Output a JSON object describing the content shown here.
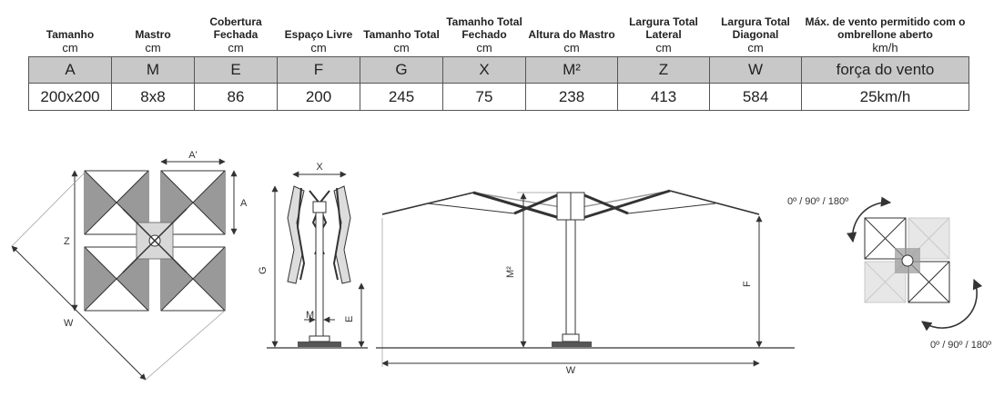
{
  "table": {
    "columns": [
      {
        "header": "Tamanho",
        "unit": "cm",
        "code": "A",
        "value": "200x200"
      },
      {
        "header": "Mastro",
        "unit": "cm",
        "code": "M",
        "value": "8x8"
      },
      {
        "header": "Cobertura Fechada",
        "unit": "cm",
        "code": "E",
        "value": "86"
      },
      {
        "header": "Espaço Livre",
        "unit": "cm",
        "code": "F",
        "value": "200"
      },
      {
        "header": "Tamanho Total",
        "unit": "cm",
        "code": "G",
        "value": "245"
      },
      {
        "header": "Tamanho Total Fechado",
        "unit": "cm",
        "code": "X",
        "value": "75"
      },
      {
        "header": "Altura do Mastro",
        "unit": "cm",
        "code": "M²",
        "value": "238"
      },
      {
        "header": "Largura Total Lateral",
        "unit": "cm",
        "code": "Z",
        "value": "413"
      },
      {
        "header": "Largura Total Diagonal",
        "unit": "cm",
        "code": "W",
        "value": "584"
      },
      {
        "header": "Máx. de vento permitido com o ombrellone aberto",
        "unit": "km/h",
        "code": "força do vento",
        "value": "25km/h"
      }
    ]
  },
  "diagram": {
    "top_view": {
      "label_a_prime": "A'",
      "label_a": "A",
      "label_z": "Z",
      "label_w": "W"
    },
    "closed_view": {
      "label_x": "X",
      "label_g": "G",
      "label_m": "M",
      "label_e": "E"
    },
    "open_view": {
      "label_m2": "M²",
      "label_f": "F",
      "label_w": "W"
    },
    "rotation_view": {
      "rotation_top": "0º / 90º / 180º",
      "rotation_bottom": "0º / 90º / 180º"
    }
  }
}
